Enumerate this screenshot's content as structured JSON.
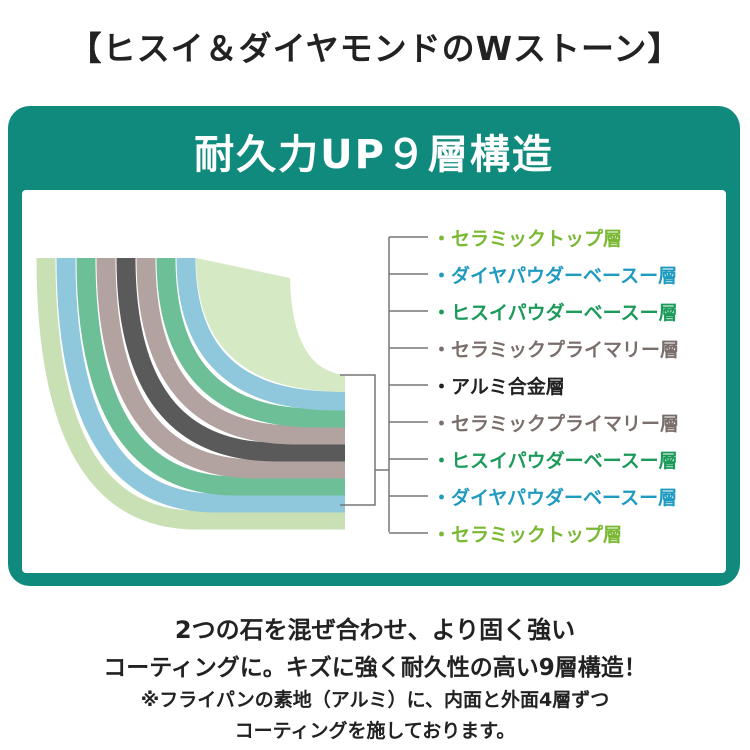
{
  "title": "【ヒスイ＆ダイヤモンドのWストーン】",
  "panel": {
    "heading": "耐久力UP９層構造"
  },
  "layers": [
    {
      "label": "・セラミックトップ層",
      "color": "#7ab833"
    },
    {
      "label": "・ダイヤパウダーベースー層",
      "color": "#1f9bc0"
    },
    {
      "label": "・ヒスイパウダーベースー層",
      "color": "#1b9a5a"
    },
    {
      "label": "・セラミックプライマリー層",
      "color": "#7a6e6a"
    },
    {
      "label": "・アルミ合金層",
      "color": "#222222"
    },
    {
      "label": "・セラミックプライマリー層",
      "color": "#7a6e6a"
    },
    {
      "label": "・ヒスイパウダーベースー層",
      "color": "#1b9a5a"
    },
    {
      "label": "・ダイヤパウダーベースー層",
      "color": "#1f9bc0"
    },
    {
      "label": "・セラミックトップ層",
      "color": "#7ab833"
    }
  ],
  "description": {
    "line1": "2つの石を混ぜ合わせ、より固く強い",
    "line2": "コーティングに。キズに強く耐久性の高い9層構造！",
    "note1": "※フライパンの素地（アルミ）に、内面と外面4層ずつ",
    "note2": "コーティングを施しております。"
  }
}
